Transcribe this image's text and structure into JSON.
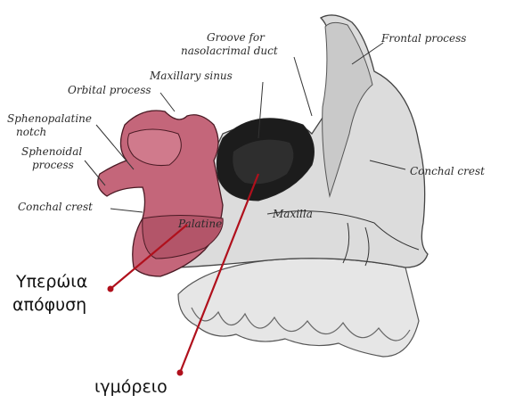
{
  "labels": {
    "groove_line1": "Groove for",
    "groove_line2": "nasolacrimal duct",
    "frontal_process": "Frontal process",
    "maxillary_sinus": "Maxillary sinus",
    "orbital_process": "Orbital process",
    "sphenopalatine_line1": "Sphenopalatine",
    "sphenopalatine_line2": "notch",
    "sphenoidal_line1": "Sphenoidal",
    "sphenoidal_line2": "process",
    "conchal_crest_right": "Conchal crest",
    "conchal_crest_left": "Conchal crest",
    "maxilla": "Maxilla",
    "palatine": "Palatine"
  },
  "annotations": {
    "palatine_process_line1": "Υπερώια",
    "palatine_process_line2": "απόφυση",
    "sinus_greek": "ιγμόρειο"
  },
  "colors": {
    "annotation_red": "#b0101c",
    "palatine_pink": "#c4667a",
    "bone_gray": "#d8d8d8",
    "sinus_dark": "#1c1c1c"
  }
}
